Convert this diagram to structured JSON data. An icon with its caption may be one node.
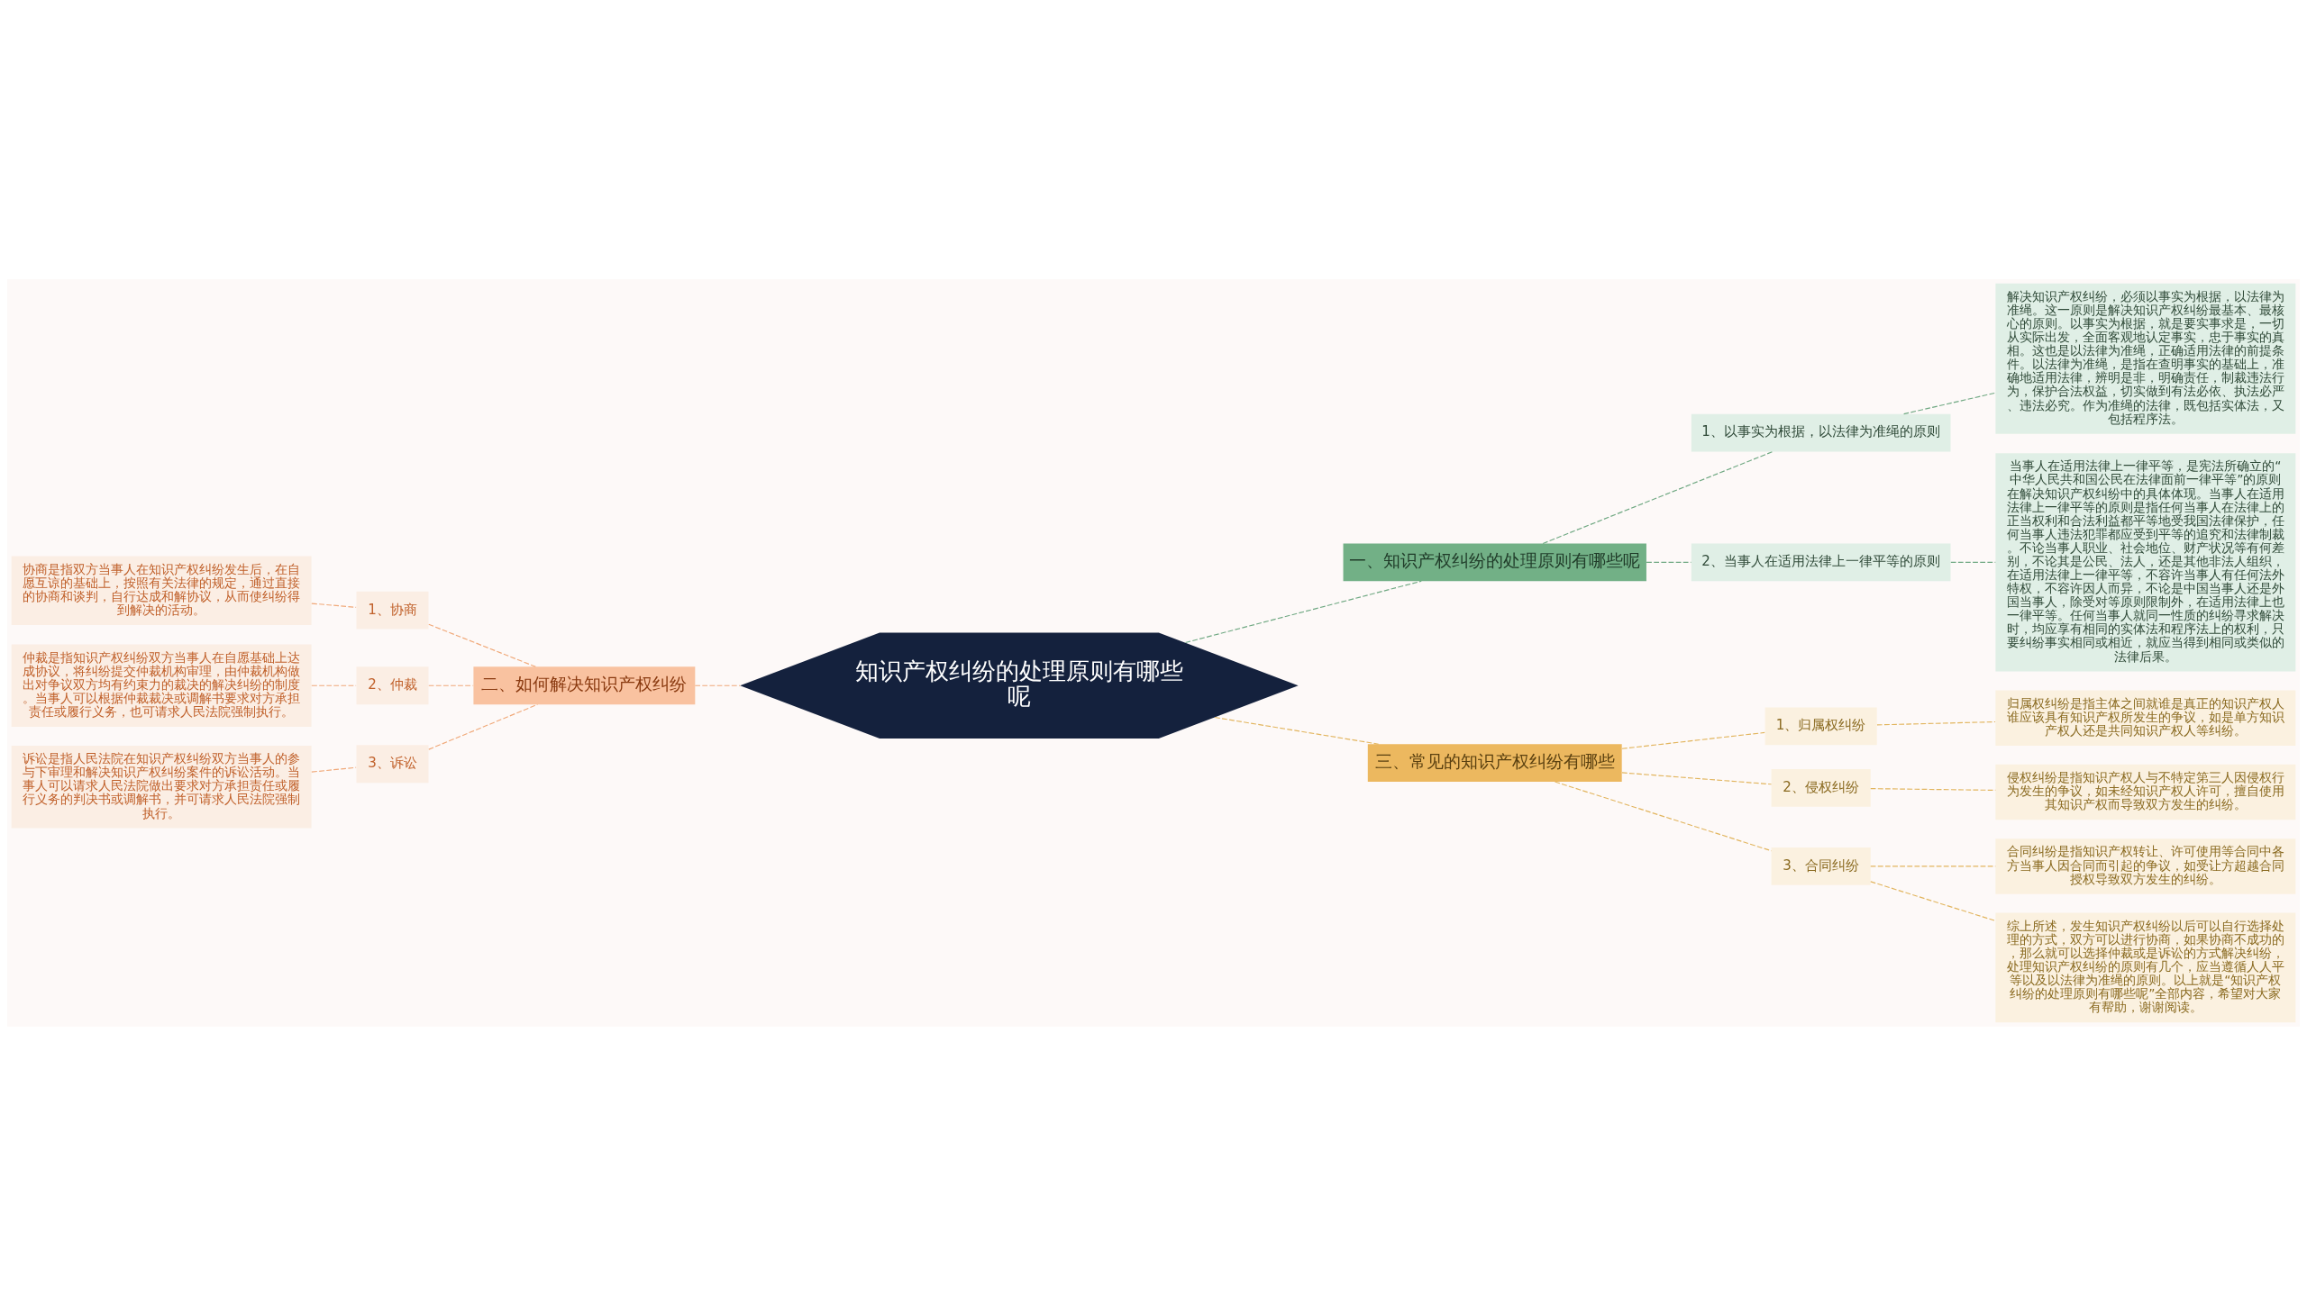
{
  "diagram": {
    "nodes": [
      {
        "text": [
          "知识产权纠纷的处理原则有哪些呢"
        ]
      },
      {
        "text": [
          "一、知识产权纠纷的处理原则有哪些呢"
        ]
      },
      {
        "text": [
          "1、以事实为根据，以法律为准绳的原则"
        ]
      },
      {
        "text": [
          "解决知识产权纠纷，必须以事实为根据，以法律为准绳。这一原则是解决知识产权纠纷最基本、最核心的原则。以事实为根据，就是要实事求是，一切从实际出发，全面客观地认定事实，忠于事实的真相。这也是以法律为准绳，正确适用法律的前提条件。以法律为准绳，是指在查明事实的基础上，准确地适用法律，辨明是非，明确责任，制裁违法行为，保护合法权益，切实做到有法必依、执法必严、违法必究。作为准绳的法律，既包括实体法，又包括程序法。"
        ]
      },
      {
        "text": [
          "2、当事人在适用法律上一律平等的原则"
        ]
      },
      {
        "text": [
          "当事人在适用法律上一律平等，是宪法所确立的“中华人民共和国公民在法律面前一律平等”的原则在解决知识产权纠纷中的具体体现。当事人在适用法律上一律平等的原则是指任何当事人在法律上的正当权利和合法利益都平等地受我国法律保护，任何当事人违法犯罪都应受到平等的追究和法律制裁。不论当事人职业、社会地位、财产状况等有何差别，不论其是公民、法人，还是其他非法人组织，在适用法律上一律平等，不容许当事人有任何法外特权，不容许因人而异，不论是中国当事人还是外国当事人，除受对等原则限制外，在适用法律上也一律平等。任何当事人就同一性质的纠纷寻求解决时，均应享有相同的实体法和程序法上的权利，只要纠纷事实相同或相近，就应当得到相同或类似的法律后果。"
        ]
      },
      {
        "text": [
          "二、如何解决知识产权纠纷"
        ]
      },
      {
        "text": [
          "1、协商"
        ]
      },
      {
        "text": [
          "协商是指双方当事人在知识产权纠纷发生后，在自愿互谅的基础上，按照有关法律的规定，通过直接的协商和谈判，自行达成和解协议，从而使纠纷得到解决的活动。"
        ]
      },
      {
        "text": [
          "2、仲裁"
        ]
      },
      {
        "text": [
          "仲裁是指知识产权纠纷双方当事人在自愿基础上达成协议，将纠纷提交仲裁机构审理，由仲裁机构做出对争议双方均有约束力的裁决的解决纠纷的制度。当事人可以根据仲裁裁决或调解书要求对方承担责任或履行义务，也可请求人民法院强制执行。"
        ]
      },
      {
        "text": [
          "3、诉讼"
        ]
      },
      {
        "text": [
          "诉讼是指人民法院在知识产权纠纷双方当事人的参与下审理和解决知识产权纠纷案件的诉讼活动。当事人可以请求人民法院做出要求对方承担责任或履行义务的判决书或调解书，并可请求人民法院强制执行。"
        ]
      },
      {
        "text": [
          "三、常见的知识产权纠纷有哪些"
        ]
      },
      {
        "text": [
          "1、归属权纠纷"
        ]
      },
      {
        "text": [
          "归属权纠纷是指主体之间就谁是真正的知识产权人谁应该具有知识产权所发生的争议，如是单方知识产权人还是共同知识产权人等纠纷。"
        ]
      },
      {
        "text": [
          "2、侵权纠纷"
        ]
      },
      {
        "text": [
          "侵权纠纷是指知识产权人与不特定第三人因侵权行为发生的争议，如未经知识产权人许可，擅自使用其知识产权而导致双方发生的纠纷。"
        ]
      },
      {
        "text": [
          "3、合同纠纷"
        ]
      },
      {
        "text": [
          "合同纠纷是指知识产权转让、许可使用等合同中各方当事人因合同而引起的争议，如受让方超越合同授权导致双方发生的纠纷。"
        ]
      },
      {
        "text": [
          "综上所述，发生知识产权纠纷以后可以自行选择处理的方式，双方可以进行协商，如果协商不成功的，那么就可以选择仲裁或是诉讼的方式解决纠纷，处理知识产权纠纷的原则有几个，应当遵循人人平等以及以法律为准绳的原则。以上就是“知识产权纠纷的处理原则有哪些呢”全部内容，希望对大家有帮助，谢谢阅读。"
        ]
      }
    ],
    "edges": [
      {
        "from": 0,
        "to": 1,
        "arrow": "none",
        "style": "dashed",
        "color": "#6fa882"
      },
      {
        "from": 1,
        "to": 2,
        "arrow": "none",
        "style": "dashed",
        "color": "#6fa882"
      },
      {
        "from": 2,
        "to": 3,
        "arrow": "none",
        "style": "dashed",
        "color": "#6fa882"
      },
      {
        "from": 1,
        "to": 4,
        "arrow": "none",
        "style": "dashed",
        "color": "#6fa882"
      },
      {
        "from": 4,
        "to": 5,
        "arrow": "none",
        "style": "dashed",
        "color": "#6fa882"
      },
      {
        "from": 0,
        "to": 6,
        "arrow": "none",
        "style": "dashed",
        "color": "#f0a878"
      },
      {
        "from": 6,
        "to": 7,
        "arrow": "none",
        "style": "dashed",
        "color": "#f0a878"
      },
      {
        "from": 7,
        "to": 8,
        "arrow": "none",
        "style": "dashed",
        "color": "#f0a878"
      },
      {
        "from": 6,
        "to": 9,
        "arrow": "none",
        "style": "dashed",
        "color": "#f0a878"
      },
      {
        "from": 9,
        "to": 10,
        "arrow": "none",
        "style": "dashed",
        "color": "#f0a878"
      },
      {
        "from": 6,
        "to": 11,
        "arrow": "none",
        "style": "dashed",
        "color": "#f0a878"
      },
      {
        "from": 11,
        "to": 12,
        "arrow": "none",
        "style": "dashed",
        "color": "#f0a878"
      },
      {
        "from": 0,
        "to": 13,
        "arrow": "none",
        "style": "dashed",
        "color": "#e2b55e"
      },
      {
        "from": 13,
        "to": 14,
        "arrow": "none",
        "style": "dashed",
        "color": "#e2b55e"
      },
      {
        "from": 14,
        "to": 15,
        "arrow": "none",
        "style": "dashed",
        "color": "#e2b55e"
      },
      {
        "from": 13,
        "to": 16,
        "arrow": "none",
        "style": "dashed",
        "color": "#e2b55e"
      },
      {
        "from": 16,
        "to": 17,
        "arrow": "none",
        "style": "dashed",
        "color": "#e2b55e"
      },
      {
        "from": 13,
        "to": 18,
        "arrow": "none",
        "style": "dashed",
        "color": "#e2b55e"
      },
      {
        "from": 18,
        "to": 19,
        "arrow": "none",
        "style": "dashed",
        "color": "#e2b55e"
      },
      {
        "from": 18,
        "to": 20,
        "arrow": "none",
        "style": "dashed",
        "color": "#e2b55e"
      }
    ]
  }
}
